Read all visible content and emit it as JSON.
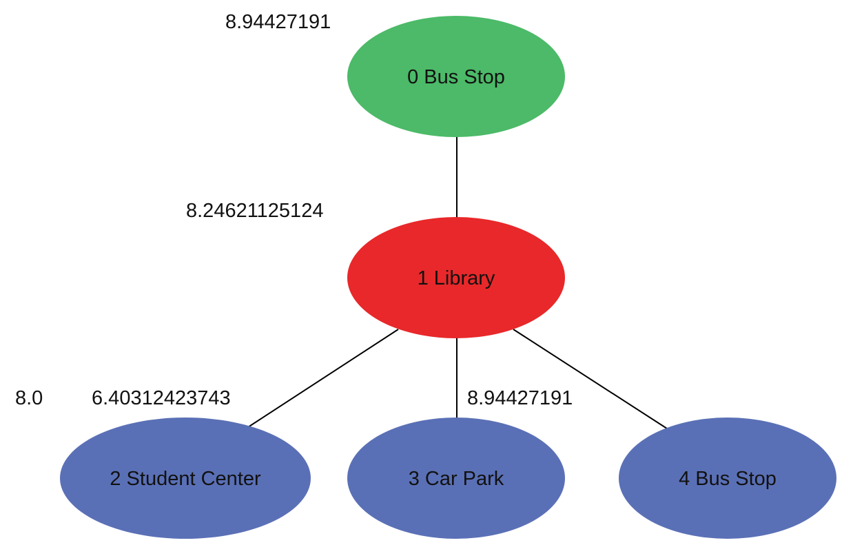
{
  "diagram": {
    "nodes": [
      {
        "id": "0",
        "label": "0 Bus Stop",
        "color": "#4cba68"
      },
      {
        "id": "1",
        "label": "1 Library",
        "color": "#e8282a"
      },
      {
        "id": "2",
        "label": "2 Student Center",
        "color": "#5a70b6"
      },
      {
        "id": "3",
        "label": "3 Car Park",
        "color": "#5a70b6"
      },
      {
        "id": "4",
        "label": "4 Bus Stop",
        "color": "#5a70b6"
      }
    ],
    "edges": [
      {
        "from": "0",
        "to": "1"
      },
      {
        "from": "1",
        "to": "2"
      },
      {
        "from": "1",
        "to": "3"
      },
      {
        "from": "1",
        "to": "4"
      }
    ],
    "scores": {
      "node0": "8.94427191",
      "node1": "8.24621125124",
      "node2_left": "8.0",
      "node2": "6.40312423743",
      "node3": "8.94427191"
    }
  }
}
